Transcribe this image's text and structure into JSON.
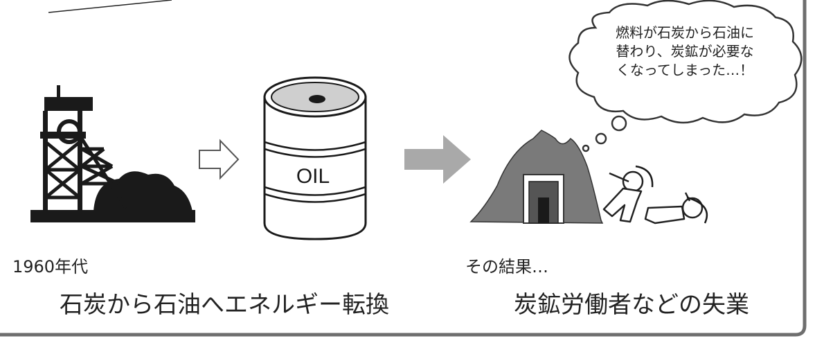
{
  "left_panel": {
    "era": "1960年代",
    "transition_title": "石炭から石油へエネルギー転換",
    "drum_label": "OIL"
  },
  "right_panel": {
    "consequence_label": "その結果…",
    "result_title": "炭鉱労働者などの失業",
    "thought_lines": [
      "燃料が石炭から石油に",
      "替わり、炭鉱が必要な",
      "くなってしまった…！"
    ]
  },
  "colors": {
    "frame": "#6e6e6e",
    "headframe": "#1a1a1a",
    "arrow_gray": "#a9a9a9",
    "mountain": "#7a7a7a",
    "text": "#222222"
  },
  "icons": [
    "mine-headframe-icon",
    "outline-arrow-icon",
    "oil-drum-icon",
    "solid-arrow-icon",
    "mine-entrance-icon",
    "miner-icon",
    "thought-bubble-icon"
  ]
}
